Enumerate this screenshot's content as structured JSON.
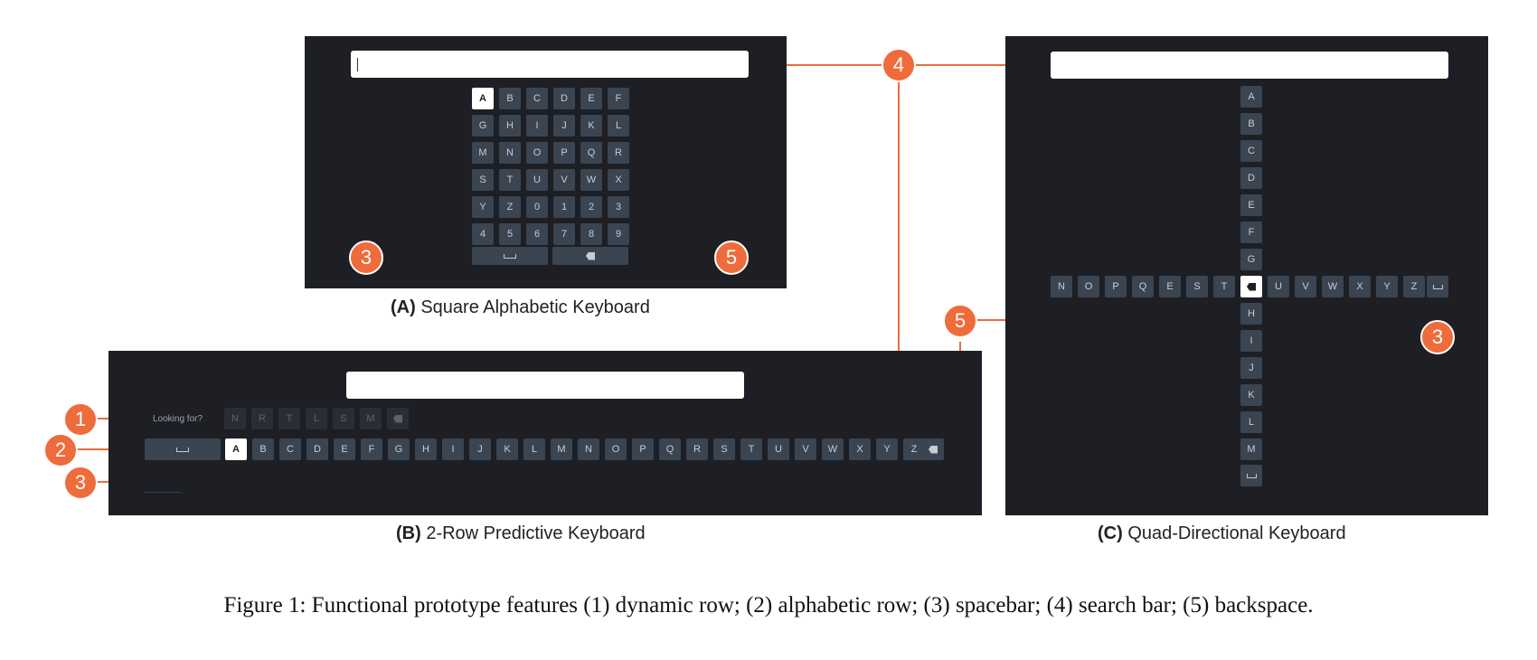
{
  "colors": {
    "panel": "#1d1f24",
    "key": "#3b4451",
    "key_dim": "#2a2d33",
    "accent": "#ee6c3b",
    "selected": "#ffffff"
  },
  "panel_a": {
    "caption_label": "(A)",
    "caption_text": " Square Alphabetic Keyboard",
    "keys": [
      "A",
      "B",
      "C",
      "D",
      "E",
      "F",
      "G",
      "H",
      "I",
      "J",
      "K",
      "L",
      "M",
      "N",
      "O",
      "P",
      "Q",
      "R",
      "S",
      "T",
      "U",
      "V",
      "W",
      "X",
      "Y",
      "Z",
      "0",
      "1",
      "2",
      "3",
      "4",
      "5",
      "6",
      "7",
      "8",
      "9"
    ],
    "selected": "A",
    "space_icon": "spacebar-icon",
    "backspace_icon": "backspace-icon"
  },
  "panel_b": {
    "caption_label": "(B)",
    "caption_text": " 2-Row Predictive Keyboard",
    "prompt": "Looking for?",
    "dynamic_keys": [
      "N",
      "R",
      "T",
      "L",
      "S",
      "M"
    ],
    "alpha_keys": [
      "A",
      "B",
      "C",
      "D",
      "E",
      "F",
      "G",
      "H",
      "I",
      "J",
      "K",
      "L",
      "M",
      "N",
      "O",
      "P",
      "Q",
      "R",
      "S",
      "T",
      "U",
      "V",
      "W",
      "X",
      "Y",
      "Z"
    ],
    "selected": "A"
  },
  "panel_c": {
    "caption_label": "(C)",
    "caption_text": " Quad-Directional Keyboard",
    "up_keys": [
      "A",
      "B",
      "C",
      "D",
      "E",
      "F",
      "G"
    ],
    "down_keys": [
      "H",
      "I",
      "J",
      "K",
      "L",
      "M"
    ],
    "left_keys": [
      "N",
      "O",
      "P",
      "Q",
      "E",
      "S",
      "T"
    ],
    "right_keys": [
      "U",
      "V",
      "W",
      "X",
      "Y",
      "Z"
    ]
  },
  "badges": {
    "b1": "1",
    "b2": "2",
    "b3": "3",
    "b4": "4",
    "b5": "5"
  },
  "figure_caption": "Figure 1: Functional prototype features (1) dynamic row; (2) alphabetic row; (3) spacebar; (4) search bar; (5) backspace."
}
